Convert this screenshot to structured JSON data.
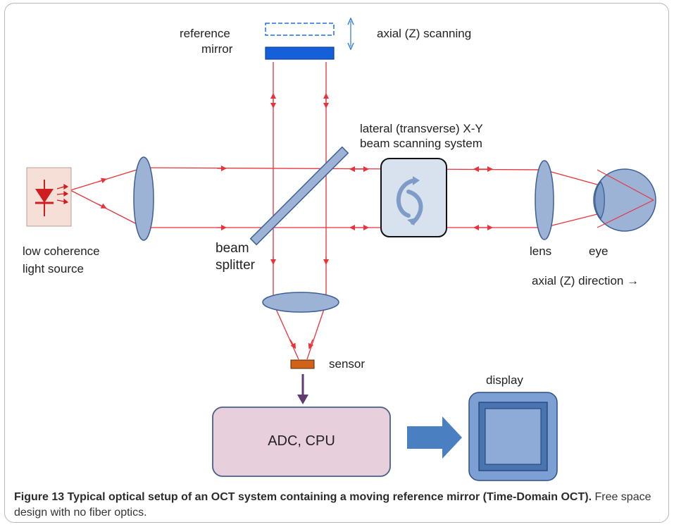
{
  "labels": {
    "reference_mirror_line1": "reference",
    "reference_mirror_line2": "mirror",
    "axial_scanning": "axial (Z) scanning",
    "lateral_line1": "lateral  (transverse)  X-Y",
    "lateral_line2": "beam scanning system",
    "source_line1": "low coherence",
    "source_line2": "light source",
    "beam_splitter_line1": "beam",
    "beam_splitter_line2": "splitter",
    "lens": "lens",
    "eye": "eye",
    "axial_direction": "axial (Z) direction →",
    "sensor": "sensor",
    "adc_cpu": "ADC, CPU",
    "display": "display"
  },
  "caption": {
    "bold": "Figure 13 Typical optical setup of an OCT system containing a moving reference mirror (Time-Domain OCT).",
    "text": " Free space design with no fiber optics."
  },
  "colors": {
    "beam": "#e8333a",
    "optic_fill": "#9cb3d6",
    "optic_stroke": "#3d5f95",
    "mirror": "#1560d8",
    "adc_fill": "#e7cfdc",
    "display_frame": "#4a74b0",
    "arrow_blue": "#4a80c1",
    "sensor": "#d0621a",
    "arrow_purple": "#5e3c72"
  }
}
